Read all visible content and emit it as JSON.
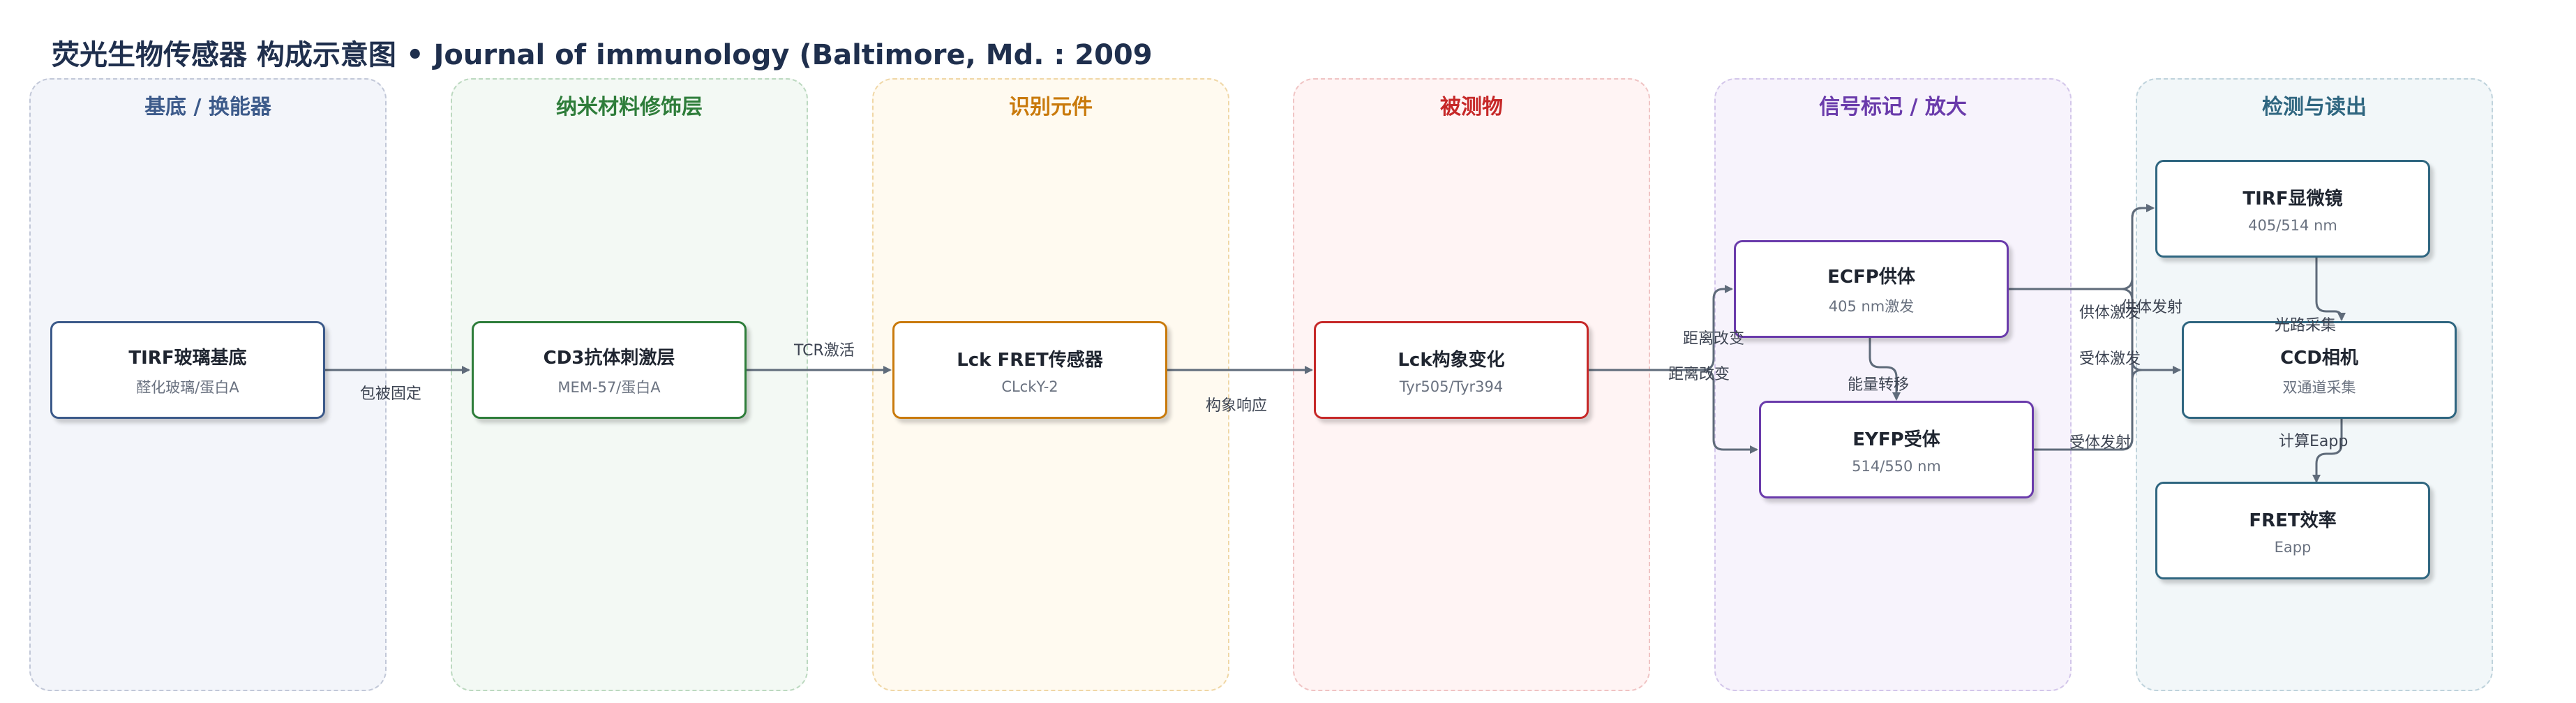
{
  "header": {
    "title": "荧光生物传感器 构成示意图",
    "separator": "•",
    "source": "Journal of immunology (Baltimore, Md. : 2009"
  },
  "lanes": [
    {
      "id": "substrate",
      "title": "基底 / 换能器",
      "color": "#3c5a8a",
      "fill": "#f3f5fa",
      "border": "#c2c8d8"
    },
    {
      "id": "nano",
      "title": "纳米材料修饰层",
      "color": "#2e7d3a",
      "fill": "#f3f9f4",
      "border": "#bcd9c0"
    },
    {
      "id": "recognition",
      "title": "识别元件",
      "color": "#c97a0c",
      "fill": "#fffaf0",
      "border": "#f0d7a6"
    },
    {
      "id": "analyte",
      "title": "被测物",
      "color": "#c62828",
      "fill": "#fff4f4",
      "border": "#f0c4c4"
    },
    {
      "id": "label",
      "title": "信号标记 / 放大",
      "color": "#6a3bab",
      "fill": "#f7f3fc",
      "border": "#d3c6ea"
    },
    {
      "id": "readout",
      "title": "检测与读出",
      "color": "#2f6680",
      "fill": "#f2f7f9",
      "border": "#bfd3dc"
    }
  ],
  "nodes": [
    {
      "id": "tirf_glass",
      "title": "TIRF玻璃基底",
      "sub": "醛化玻璃/蛋白A",
      "color": "#3c5a8a"
    },
    {
      "id": "cd3",
      "title": "CD3抗体刺激层",
      "sub": "MEM-57/蛋白A",
      "color": "#2e7d3a"
    },
    {
      "id": "lck_fret",
      "title": "Lck FRET传感器",
      "sub": "CLckY-2",
      "color": "#c97a0c"
    },
    {
      "id": "lck_conf",
      "title": "Lck构象变化",
      "sub": "Tyr505/Tyr394",
      "color": "#c62828"
    },
    {
      "id": "ecfp",
      "title": "ECFP供体",
      "sub": "405 nm激发",
      "color": "#6a3bab"
    },
    {
      "id": "eyfp",
      "title": "EYFP受体",
      "sub": "514/550 nm",
      "color": "#6a3bab"
    },
    {
      "id": "tirf_scope",
      "title": "TIRF显微镜",
      "sub": "405/514 nm",
      "color": "#2f6680"
    },
    {
      "id": "ccd",
      "title": "CCD相机",
      "sub": "双通道采集",
      "color": "#2f6680"
    },
    {
      "id": "fret_eff",
      "title": "FRET效率",
      "sub": "Eapp",
      "color": "#2f6680"
    }
  ],
  "edges": [
    {
      "id": "e1",
      "label": "包被固定"
    },
    {
      "id": "e2",
      "label": "TCR激活"
    },
    {
      "id": "e3",
      "label": "构象响应"
    },
    {
      "id": "e4",
      "label": "距离改变"
    },
    {
      "id": "e5",
      "label": "距离改变"
    },
    {
      "id": "e6",
      "label": "能量转移"
    },
    {
      "id": "e7",
      "label": "供体激发"
    },
    {
      "id": "e8",
      "label": "供体发射"
    },
    {
      "id": "e9",
      "label": "受体激发"
    },
    {
      "id": "e10",
      "label": "受体发射"
    },
    {
      "id": "e11",
      "label": "光路采集"
    },
    {
      "id": "e12",
      "label": "计算Eapp"
    }
  ],
  "edge_color": "#5f6b7a"
}
